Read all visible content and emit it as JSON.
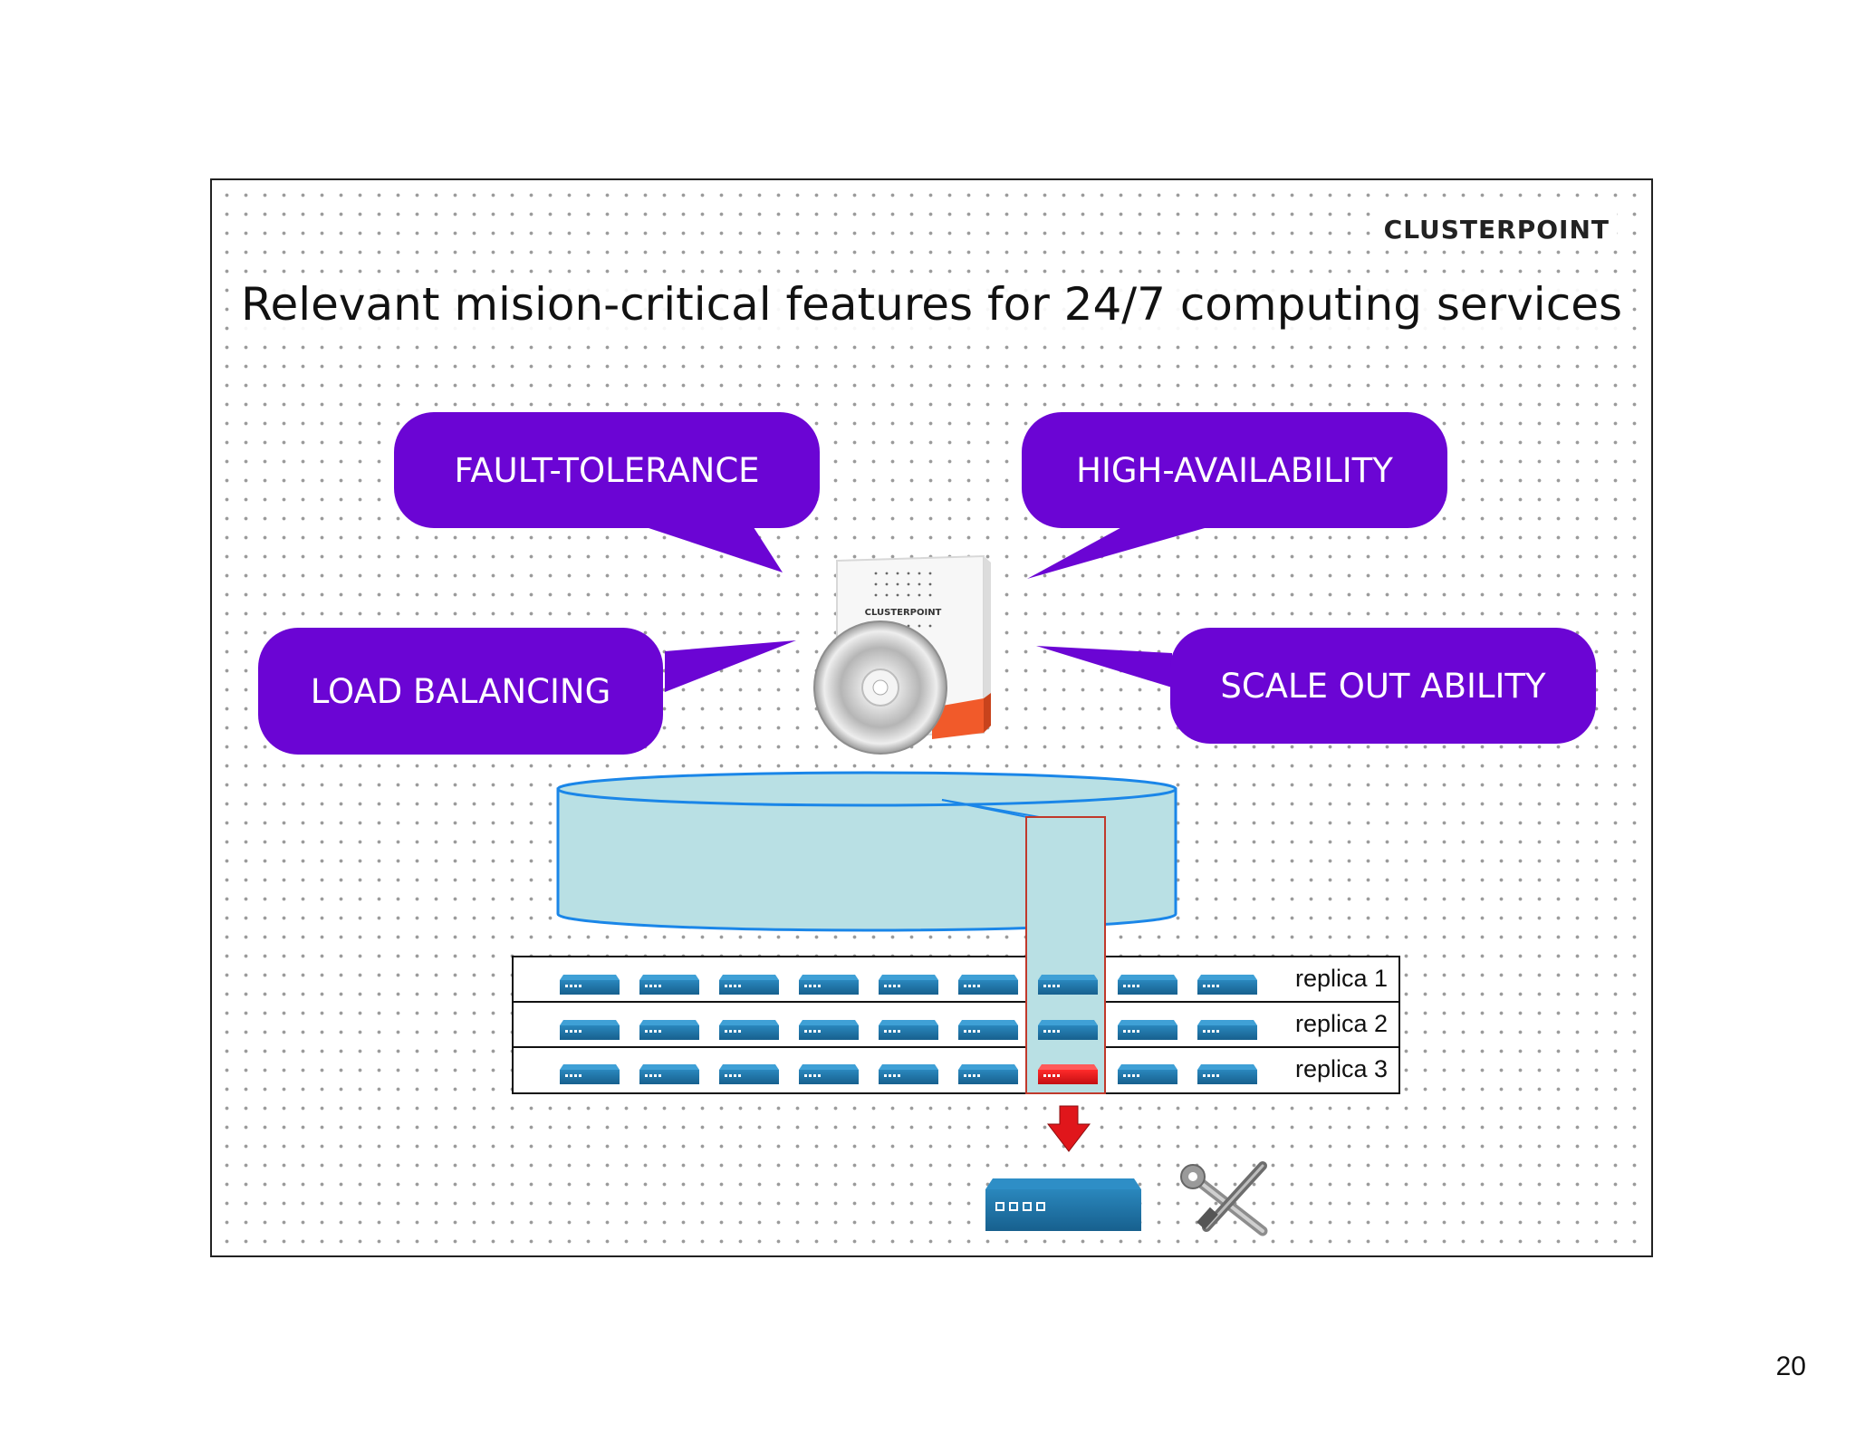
{
  "slide": {
    "brand": "CLUSTERPOINT",
    "title": "Relevant mision-critical features for 24/7 computing services",
    "page_number": "20"
  },
  "bubbles": {
    "fault_tolerance": "FAULT-TOLERANCE",
    "high_availability": "HIGH-AVAILABILITY",
    "load_balancing": "LOAD BALANCING",
    "scale_out": "SCALE OUT ABILITY"
  },
  "product_box": {
    "label": "CLUSTERPOINT"
  },
  "replicas": {
    "labels": [
      "replica 1",
      "replica 2",
      "replica 3"
    ],
    "servers_per_row": 9,
    "failed": {
      "row": 3,
      "column": 7
    }
  },
  "colors": {
    "bubble": "#6b05d4",
    "server": "#1d6fa3",
    "failed_server": "#e0161b",
    "arrow": "#e0161b",
    "database": "#b9e0e4",
    "database_border": "#1a86e8",
    "highlight_border": "#c0392b"
  },
  "icons": {
    "disc": "cd-disc-icon",
    "tools": "wrench-screwdriver-icon",
    "server": "server-icon"
  }
}
